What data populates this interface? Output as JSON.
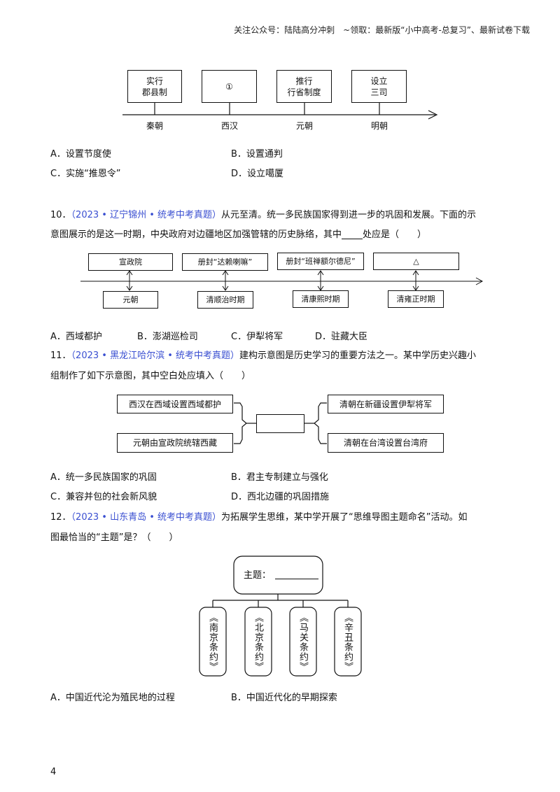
{
  "header": {
    "text": "关注公众号：陆陆高分冲刺　~领取：最新版“小中高考-总复习”、最新试卷下载"
  },
  "q9": {
    "timeline": [
      {
        "box": "实行\n郡县制",
        "label": "秦朝"
      },
      {
        "box": "①",
        "label": "西汉"
      },
      {
        "box": "推行\n行省制度",
        "label": "元朝"
      },
      {
        "box": "设立\n三司",
        "label": "明朝"
      }
    ],
    "options": {
      "A": "A．设置节度使",
      "B": "B．设置通判",
      "C": "C．实施“推恩令”",
      "D": "D．设立噶厦"
    }
  },
  "q10": {
    "number": "10．",
    "source": "（2023 • 辽宁锦州 • 统考中考真题）",
    "text_line1": "从元至清。统一多民族国家得到进一步的巩固和发展。下面的示",
    "text_line2a": "意图展示的是这一时期，中央政府对边疆地区加强管辖的历史脉络，其中",
    "text_line2b": "处应是（　　）",
    "top_boxes": [
      "宣政院",
      "册封“达赖喇嘛”",
      "册封“班禅额尔德尼”",
      "△"
    ],
    "bottom_boxes": [
      "元朝",
      "清顺治时期",
      "清康熙时期",
      "清雍正时期"
    ],
    "options": {
      "A": "A．西域都护",
      "B": "B．澎湖巡检司",
      "C": "C．伊犁将军",
      "D": "D．驻藏大臣"
    }
  },
  "q11": {
    "number": "11．",
    "source": "（2023 • 黑龙江哈尔滨 • 统考中考真题）",
    "text_line1": "建构示意图是历史学习的重要方法之一。某中学历史兴趣小",
    "text_line2": "组制作了如下示意图，其中空白处应填入（　　）",
    "left_boxes": [
      "西汉在西域设置西域都护",
      "元朝由宣政院统辖西藏"
    ],
    "right_boxes": [
      "清朝在新疆设置伊犁将军",
      "清朝在台湾设置台湾府"
    ],
    "options": {
      "A": "A．统一多民族国家的巩固",
      "B": "B．君主专制建立与强化",
      "C": "C．兼容并包的社会新风貌",
      "D": "D．西北边疆的巩固措施"
    }
  },
  "q12": {
    "number": "12．",
    "source": "（2023 • 山东青岛 • 统考中考真题）",
    "text_line1": "为拓展学生思维，某中学开展了“思维导图主题命名”活动。如",
    "text_line2": "图最恰当的“主题”是？（　　）",
    "theme_label": "主题：",
    "treaties": [
      "《南京条约》",
      "《北京条约》",
      "《马关条约》",
      "《辛丑条约》"
    ],
    "options": {
      "A": "A．中国近代沦为殖民地的过程",
      "B": "B．中国近代化的早期探索"
    }
  },
  "page_number": "4"
}
